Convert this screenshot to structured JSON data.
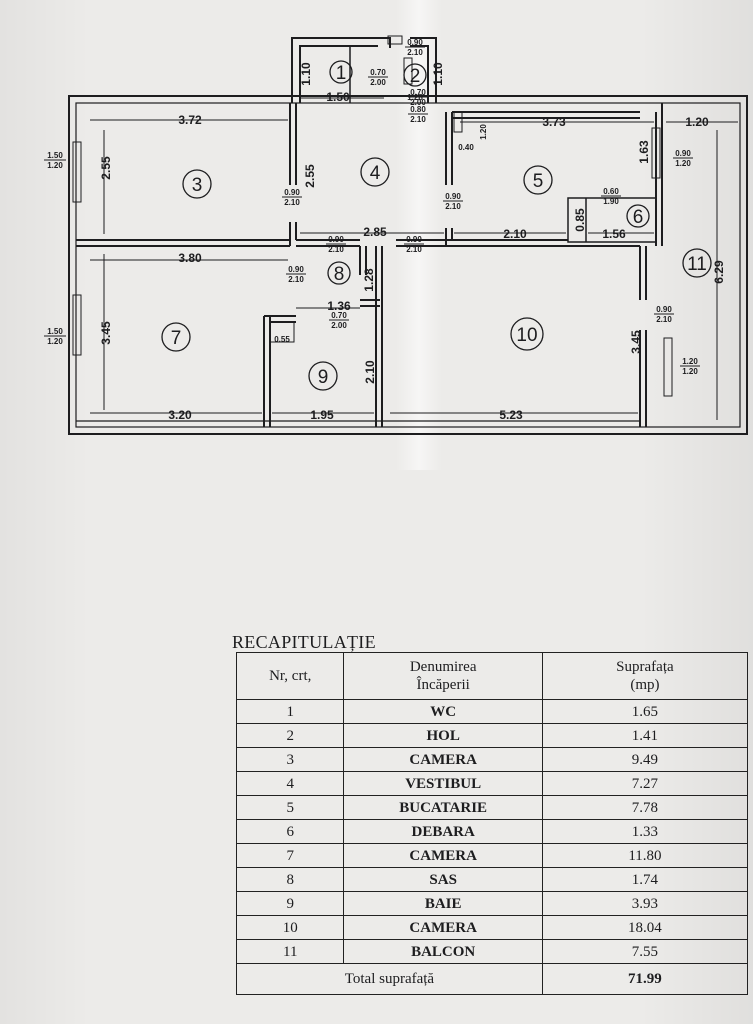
{
  "plan": {
    "rooms": [
      "1",
      "2",
      "3",
      "4",
      "5",
      "6",
      "7",
      "8",
      "9",
      "10",
      "11"
    ],
    "dimensions": {
      "d1_width": "1.50",
      "d1_height": "1.10",
      "d2_height": "1.10",
      "d2_width": "1.28",
      "d3_width": "3.72",
      "d3_height": "2.55",
      "d4_height": "2.55",
      "d4_width": "2.85",
      "d5_width": "3.73",
      "d5_height": "1.63",
      "d6_width": "1.56",
      "d6_height": "0.85",
      "d7_width": "3.80",
      "d7_height": "3.45",
      "d7_bottom": "3.20",
      "d8_width": "1.36",
      "d8_height": "1.28",
      "d9_width": "1.95",
      "d9_height": "2.10",
      "d9_small": "0.55",
      "d10_bottom": "5.23",
      "d10_height": "3.45",
      "d10_mid": "2.10",
      "d11_width": "1.20",
      "d11_height": "6.29",
      "kitchen_small": "0.40",
      "kitchen_side": "1.20"
    },
    "openings": {
      "wc_door": [
        "0.70",
        "2.00"
      ],
      "hol_door": [
        "0.90",
        "2.10"
      ],
      "hol_window": [
        "0.70",
        "2.00"
      ],
      "hol_pair": [
        "0.80",
        "2.10"
      ],
      "cam3_door": [
        "0.90",
        "2.10"
      ],
      "cam3_window": [
        "1.50",
        "1.20"
      ],
      "buc_door": [
        "0.90",
        "2.10"
      ],
      "buc_window": [
        "0.90",
        "1.20"
      ],
      "debara_door": [
        "0.60",
        "1.90"
      ],
      "sas_top_door": [
        "0.90",
        "2.10"
      ],
      "cam10_door": [
        "0.90",
        "2.10"
      ],
      "cam7_door": [
        "0.90",
        "2.10"
      ],
      "cam7_window": [
        "1.50",
        "1.20"
      ],
      "baie_door": [
        "0.70",
        "2.00"
      ],
      "balcon_door": [
        "0.90",
        "2.10"
      ],
      "balcon_window": [
        "1.20",
        "1.20"
      ]
    }
  },
  "recap": {
    "title": "RECAPITULAȚIE",
    "headers": {
      "nr": "Nr, crt,",
      "name_l1": "Denumirea",
      "name_l2": "Încăperii",
      "area_l1": "Suprafața",
      "area_l2": "(mp)"
    },
    "rows": [
      {
        "nr": "1",
        "name": "WC",
        "area": "1.65"
      },
      {
        "nr": "2",
        "name": "HOL",
        "area": "1.41"
      },
      {
        "nr": "3",
        "name": "CAMERA",
        "area": "9.49"
      },
      {
        "nr": "4",
        "name": "VESTIBUL",
        "area": "7.27"
      },
      {
        "nr": "5",
        "name": "BUCATARIE",
        "area": "7.78"
      },
      {
        "nr": "6",
        "name": "DEBARA",
        "area": "1.33"
      },
      {
        "nr": "7",
        "name": "CAMERA",
        "area": "11.80"
      },
      {
        "nr": "8",
        "name": "SAS",
        "area": "1.74"
      },
      {
        "nr": "9",
        "name": "BAIE",
        "area": "3.93"
      },
      {
        "nr": "10",
        "name": "CAMERA",
        "area": "18.04"
      },
      {
        "nr": "11",
        "name": "BALCON",
        "area": "7.55"
      }
    ],
    "total_label": "Total suprafață",
    "total_value": "71.99"
  }
}
